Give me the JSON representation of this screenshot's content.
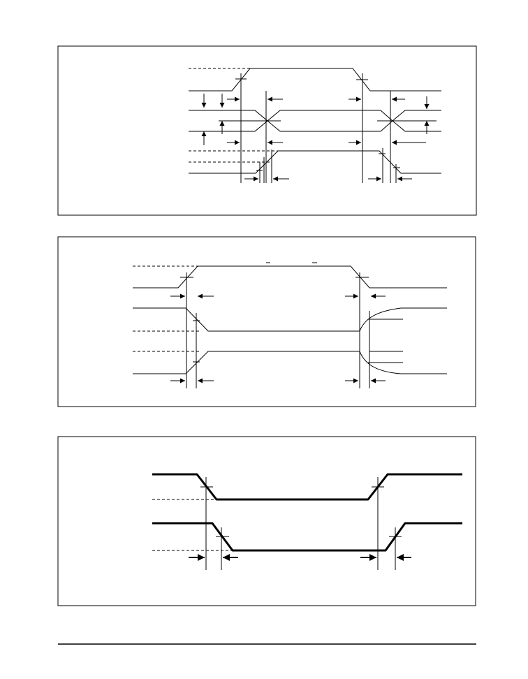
{
  "page": {
    "colors": {
      "line": "#000000",
      "background": "#ffffff"
    }
  },
  "figures": [
    {
      "id": "figure-1",
      "caption": ""
    },
    {
      "id": "figure-2",
      "caption": ""
    },
    {
      "id": "figure-3",
      "caption": ""
    }
  ],
  "footer": {
    "left_text": "",
    "right_text": ""
  }
}
